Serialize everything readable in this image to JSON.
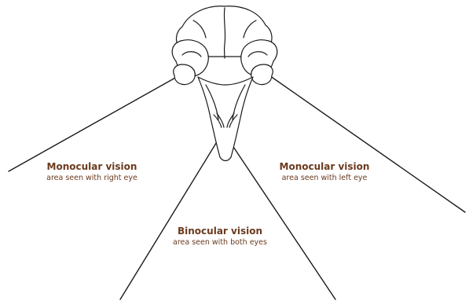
{
  "labels": {
    "right_eye": {
      "title": "Monocular vision",
      "subtitle": "area seen with right eye"
    },
    "left_eye": {
      "title": "Monocular vision",
      "subtitle": "area seen with left eye"
    },
    "binocular": {
      "title": "Binocular vision",
      "subtitle": "area seen with both eyes"
    }
  },
  "colors": {
    "label_text": "#6b3a1e",
    "line": "#1a1a1a",
    "background": "#ffffff"
  }
}
